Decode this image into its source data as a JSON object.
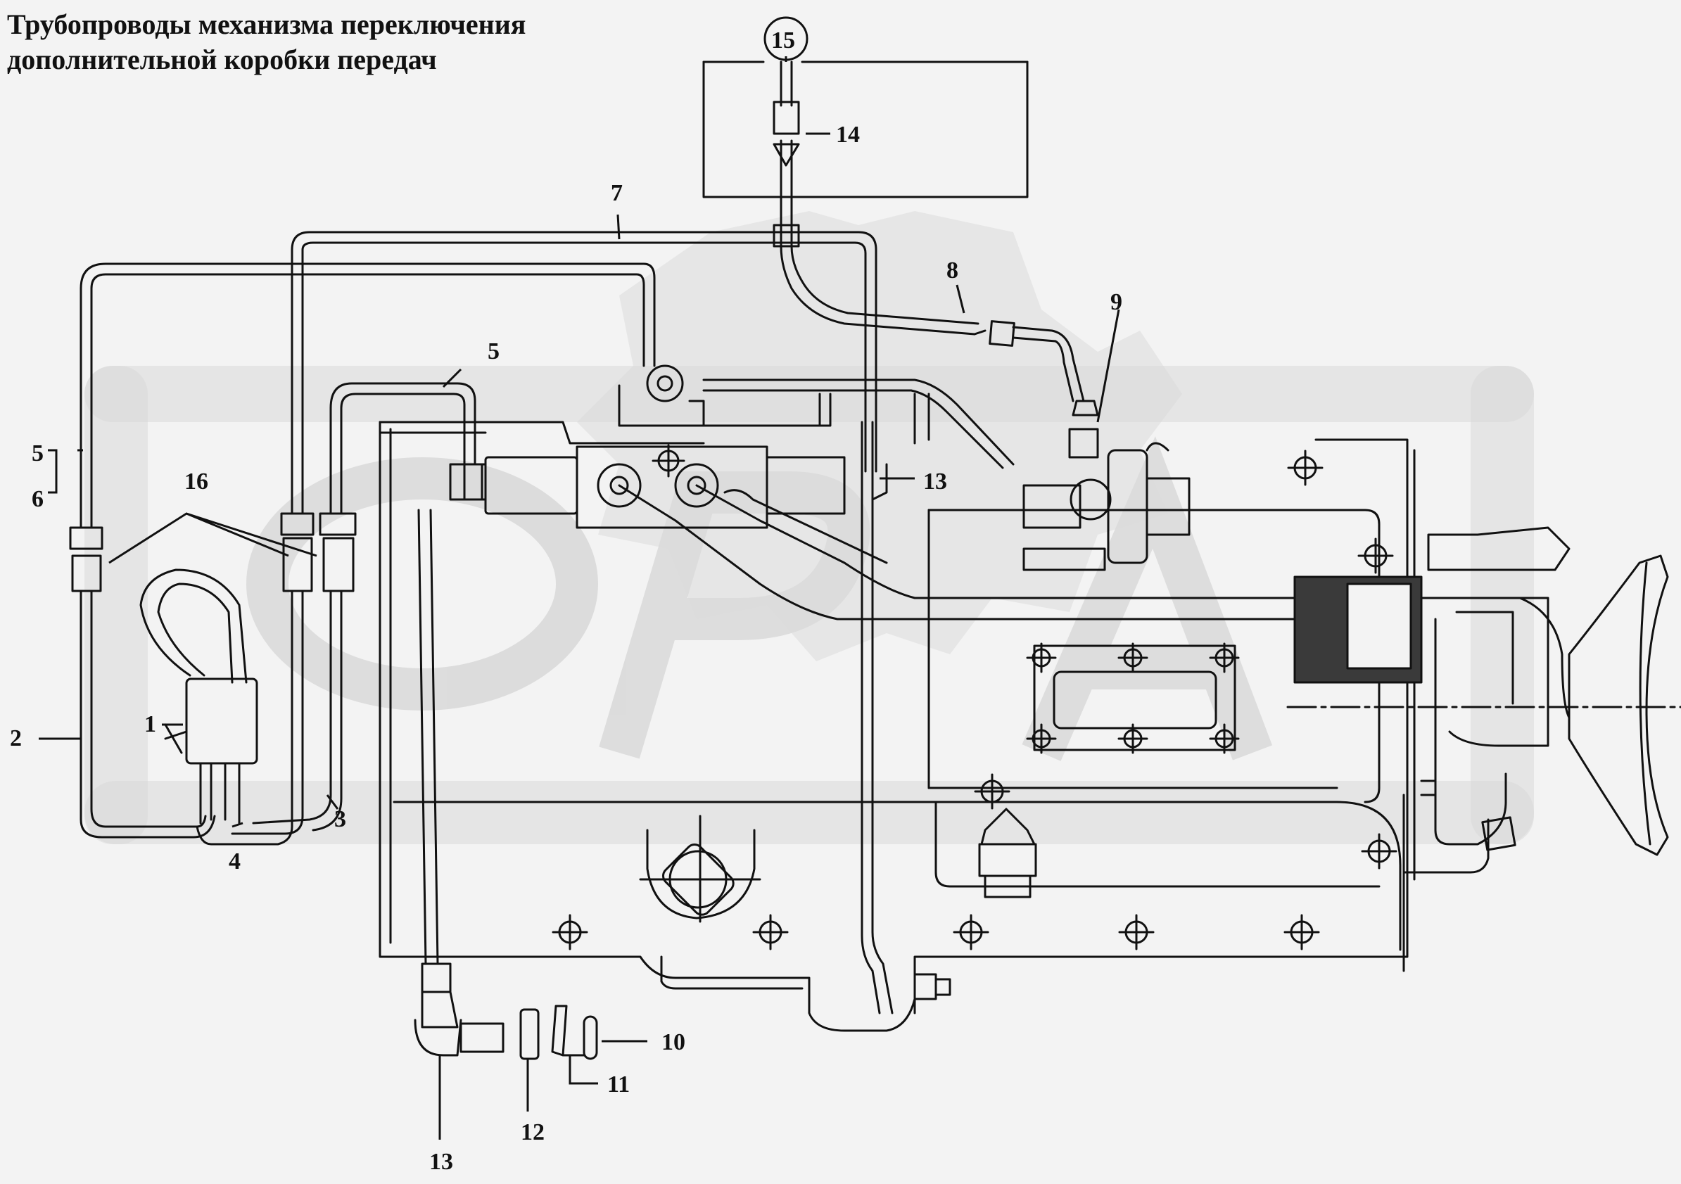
{
  "title": {
    "line1": "Трубопроводы механизма переключения",
    "line2": "дополнительной коробки передач"
  },
  "callouts": {
    "c1": "1",
    "c2": "2",
    "c3": "3",
    "c4": "4",
    "c5a": "5",
    "c5b": "5",
    "c6": "6",
    "c7": "7",
    "c8": "8",
    "c9": "9",
    "c10": "10",
    "c11": "11",
    "c12": "12",
    "c13a": "13",
    "c13b": "13",
    "c14": "14",
    "c15": "15",
    "c16": "16"
  },
  "colors": {
    "ink": "#111111",
    "watermark": "#d6d6d6",
    "background": "#f3f3f3"
  }
}
